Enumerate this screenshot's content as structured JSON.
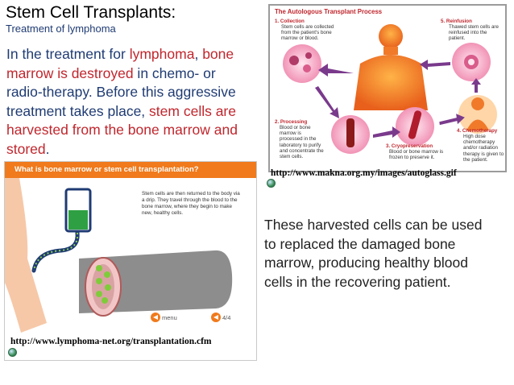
{
  "slide": {
    "title": "Stem Cell Transplants:",
    "subtitle": "Treatment of lymphoma",
    "intro": {
      "p1": "In the treatment for ",
      "h1": "lymphoma",
      "p2": ", ",
      "h2": "bone marrow is destroyed",
      "p3": " in chemo- or radio-therapy. Before this aggressive treatment takes place, ",
      "h3": "stem cells are harvested from the bone marrow and stored",
      "p4": "."
    },
    "harvest_text": "These harvested cells can be used to replaced the damaged bone marrow, producing healthy blood cells in the recovering patient."
  },
  "autologous_figure": {
    "title": "The Autologous Transplant Process",
    "steps": {
      "s1_heading": "1. Collection",
      "s1_text": "Stem cells are collected from the patient's bone marrow or blood.",
      "s2_heading": "2. Processing",
      "s2_text": "Blood or bone marrow is processed in the laboratory to purify and concentrate the stem cells.",
      "s3_heading": "3. Cryopreservation",
      "s3_text": "Blood or bone marrow is frozen to preserve it.",
      "s4_heading": "4. Chemotherapy",
      "s4_text": "High dose chemotherapy and/or radiation therapy is given to the patient.",
      "s5_heading": "5. Reinfusion",
      "s5_text": "Thawed stem cells are reinfused into the patient."
    },
    "source_url": "http://www.makna.org.my/images/autoglass.gif"
  },
  "lymphoma_figure": {
    "header": "What is bone marrow or stem cell transplantation?",
    "description": "Stem cells are then returned to the body via a drip. They travel through the blood to the bone marrow, where they begin to make new, healthy cells.",
    "menu_label": "menu",
    "page_indicator": "4/4",
    "source_url": "http://www.lymphoma-net.org/transplantation.cfm"
  },
  "colors": {
    "title_text": "#1f3b73",
    "highlight_red": "#c0262d",
    "orange_bar": "#f07a1c"
  }
}
